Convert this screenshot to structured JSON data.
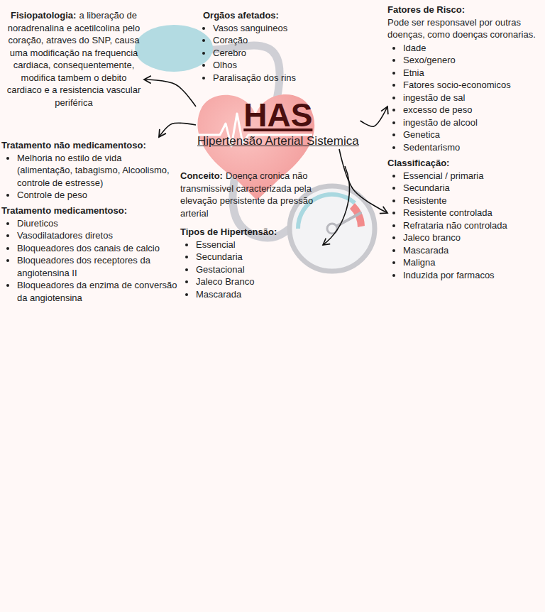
{
  "diagram": {
    "nodes": [
      {
        "text": [
          "Fisiopatologia:",
          "a liberação de noradrenalina e acetilcolina pelo coração, atraves do SNP, causa uma modificação na frequencia cardiaca, consequentemente, modifica tambem o debito cardiaco e a resistencia vascular periférica"
        ]
      },
      {
        "text": [
          "Orgãos afetados:",
          "Vasos sanguineos",
          "Coração",
          "Cerebro",
          "Olhos",
          "Paralisação dos rins"
        ]
      },
      {
        "text": [
          "Fatores de Risco:",
          "Pode ser responsavel por outras doenças, como doenças coronarias.",
          "Idade",
          "Sexo/genero",
          "Etnia",
          "Fatores socio-economicos",
          "ingestão de sal",
          "excesso de peso",
          "ingestão de alcool",
          "Genetica",
          "Sedentarismo"
        ]
      },
      {
        "text": [
          "HAS",
          "Hipertensão Arterial Sistemica"
        ]
      },
      {
        "text": [
          "Tratamento não medicamentoso:",
          "Melhoria no estilo de vida (alimentação, tabagismo, Alcoolismo, controle de estresse)",
          "Controle de peso"
        ]
      },
      {
        "text": [
          "Tratamento medicamentoso:",
          "Diureticos",
          "Vasodilatadores diretos",
          "Bloqueadores dos canais de calcio",
          "Bloqueadores dos receptores da angiotensina II",
          "Bloqueadores da enzima de conversão da angiotensina"
        ]
      },
      {
        "text": [
          "Conceito:",
          "Doença cronica não transmissivel caracterizada pela elevação persistente da pressão arterial"
        ]
      },
      {
        "text": [
          "Tipos de Hipertensão:",
          "Essencial",
          "Secundaria",
          "Gestacional",
          "Jaleco Branco",
          "Mascarada"
        ]
      },
      {
        "text": [
          "Classificação:",
          "Essencial / primaria",
          "Secundaria",
          "Resistente",
          "Resistente controlada",
          "Refrataria não controlada",
          "Jaleco branco",
          "Mascarada",
          "Maligna",
          "Induzida por farmacos"
        ]
      }
    ],
    "edges": [
      {
        "from": 3,
        "to": 0,
        "arrow": "to"
      },
      {
        "from": 3,
        "to": 4,
        "arrow": "to"
      },
      {
        "from": 3,
        "to": 2,
        "arrow": "to"
      },
      {
        "from": 3,
        "to": 8,
        "arrow": "to"
      }
    ]
  }
}
